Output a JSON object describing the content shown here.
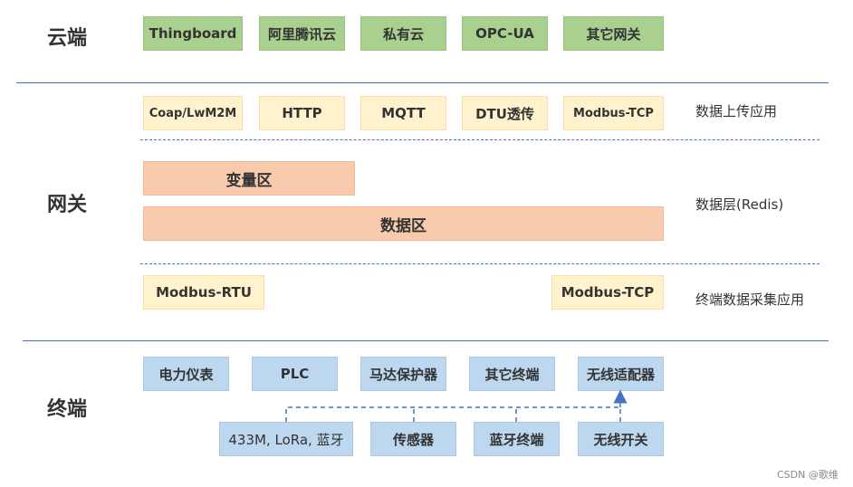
{
  "cloud": {
    "title": "云端",
    "items": [
      "Thingboard",
      "阿里腾讯云",
      "私有云",
      "OPC-UA",
      "其它网关"
    ]
  },
  "gateway": {
    "title": "网关",
    "upload": {
      "items": [
        "Coap/LwM2M",
        "HTTP",
        "MQTT",
        "DTU透传",
        "Modbus-TCP"
      ],
      "label": "数据上传应用"
    },
    "data_layer": {
      "variable_zone": "变量区",
      "data_zone": "数据区",
      "label": "数据层(Redis)"
    },
    "collect": {
      "items": [
        "Modbus-RTU",
        "Modbus-TCP"
      ],
      "label": "终端数据采集应用"
    }
  },
  "terminal": {
    "title": "终端",
    "row1": [
      "电力仪表",
      "PLC",
      "马达保护器",
      "其它终端",
      "无线适配器"
    ],
    "row2": [
      "433M, LoRa, 蓝牙",
      "传感器",
      "蓝牙终端",
      "无线开关"
    ]
  },
  "watermark": "CSDN @歌维",
  "colors": {
    "line": "#4472c4",
    "cloud_box": "#a9d08e",
    "upload_box": "#fff2cc",
    "data_box": "#f8cbad",
    "terminal_box": "#bdd7ee"
  }
}
